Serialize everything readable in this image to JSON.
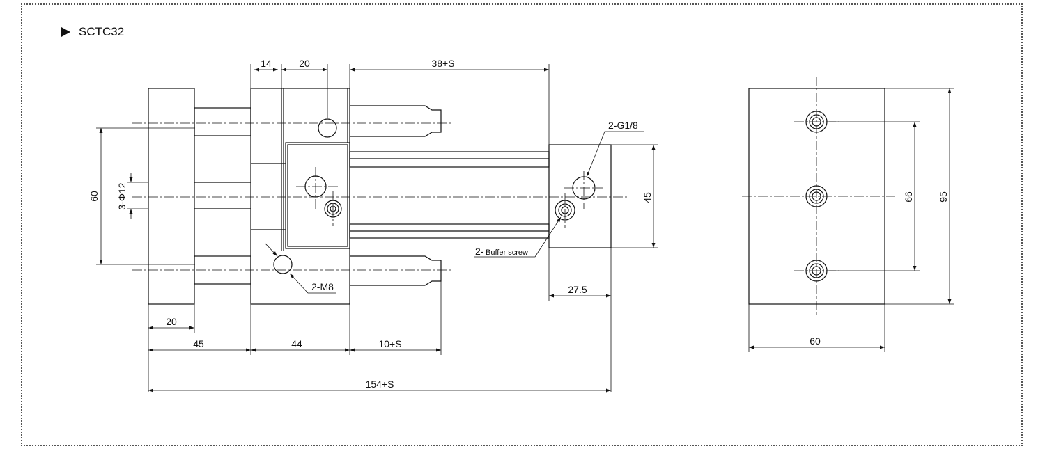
{
  "title": "SCTC32",
  "dimensions": {
    "d14": "14",
    "d20_top": "20",
    "d38s": "38+S",
    "g18": "2-G1/8",
    "d60_left": "60",
    "phi12": "3-Φ12",
    "d45_right": "45",
    "buffer_prefix": "2-",
    "buffer_text": "Buffer screw",
    "m8": "2-M8",
    "d275": "27.5",
    "d20_bottom": "20",
    "d45_bottom": "45",
    "d44": "44",
    "d10s": "10+S",
    "d154s": "154+S",
    "d66": "66",
    "d95": "95",
    "d60_bottom": "60"
  },
  "colors": {
    "line": "#111111",
    "frame": "#555555"
  }
}
